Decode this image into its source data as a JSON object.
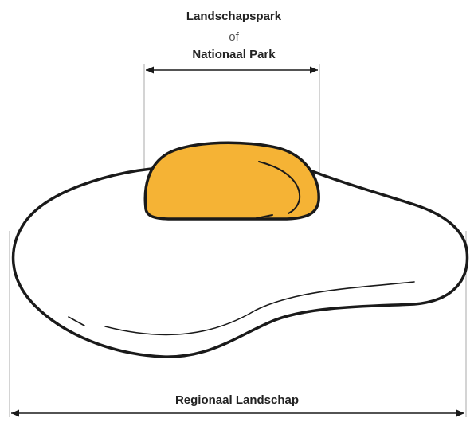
{
  "labels": {
    "top_line1": "Landschapspark",
    "top_connector": "of",
    "top_line2": "Nationaal Park",
    "bottom": "Regionaal Landschap"
  },
  "icons": {
    "yolk": "egg-yolk-icon",
    "white": "egg-white-icon"
  },
  "colors": {
    "yolk_fill": "#F5B335",
    "outline": "#1a1a1a",
    "guide_lines": "#b8b8b8",
    "background": "#ffffff"
  }
}
